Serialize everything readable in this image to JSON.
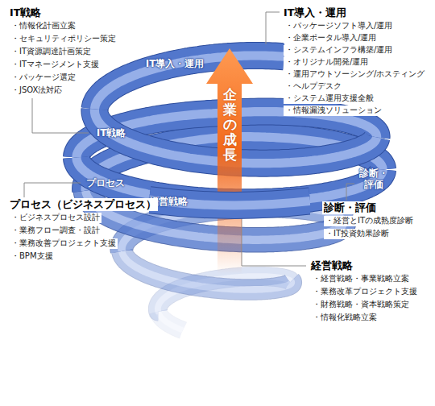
{
  "diagram": {
    "nodes": [
      {
        "text": [
          "企業の成長"
        ]
      },
      {
        "text": [
          "IT導入・運用"
        ]
      },
      {
        "text": [
          "IT戦略"
        ]
      },
      {
        "text": [
          "プロセス"
        ]
      },
      {
        "text": [
          "診断・評価"
        ]
      },
      {
        "text": [
          "経営戦略"
        ]
      }
    ],
    "labels": [
      "IT戦略",
      "・情報化計画立案",
      "・セキュリティポリシー策定",
      "・IT資源調達計画策定",
      "・ITマネージメント支援",
      "・パッケージ選定",
      "・JSOX法対応",
      "IT導入・運用",
      "・パッケージソフト導入/運用",
      "・企業ポータル導入/運用",
      "・システムインフラ構築/運用",
      "・オリジナル開発/運用",
      "・運用アウトソーシング/ホスティング",
      "・ヘルプデスク",
      "・システム運用支援全般",
      "・情報漏洩ソリューション",
      "プロセス（ビジネスプロセス）",
      "・ビジネスプロセス設計",
      "・業務フロー調査・設計",
      "・業務改善プロジェクト支援",
      "・BPM支援",
      "診断・評価",
      "・経営とITの成熟度診断",
      "・IT投資効果診断",
      "経営戦略",
      "・経営戦略・事業戦略立案",
      "・業務改革プロジェクト支援",
      "・財務戦略・資本戦略策定",
      "・情報化戦略立案"
    ]
  }
}
